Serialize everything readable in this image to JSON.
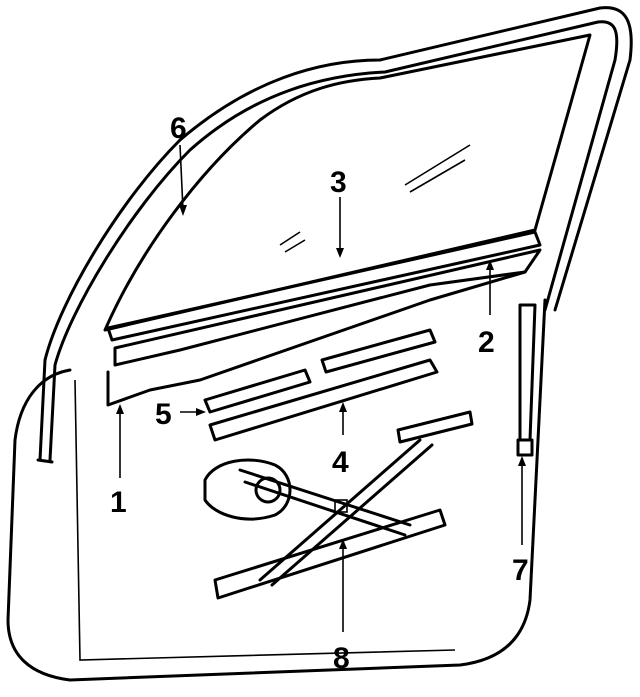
{
  "diagram": {
    "callouts": [
      {
        "id": "1",
        "label": "1"
      },
      {
        "id": "2",
        "label": "2"
      },
      {
        "id": "3",
        "label": "3"
      },
      {
        "id": "4",
        "label": "4"
      },
      {
        "id": "5",
        "label": "5"
      },
      {
        "id": "6",
        "label": "6"
      },
      {
        "id": "7",
        "label": "7"
      },
      {
        "id": "8",
        "label": "8"
      }
    ],
    "line_color": "#000000",
    "background": "#ffffff"
  }
}
